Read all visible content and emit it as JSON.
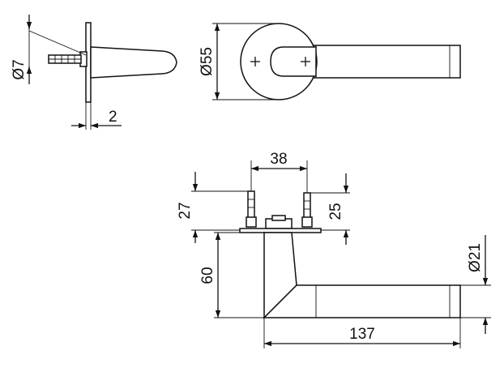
{
  "dimensions": {
    "pin_diameter": "Ø7",
    "plate_thickness": "2",
    "rose_diameter": "Ø55",
    "fixing_distance": "38",
    "left_pin_height": "27",
    "right_pin_height": "25",
    "lever_height": "60",
    "grip_diameter": "Ø21",
    "lever_length": "137"
  }
}
